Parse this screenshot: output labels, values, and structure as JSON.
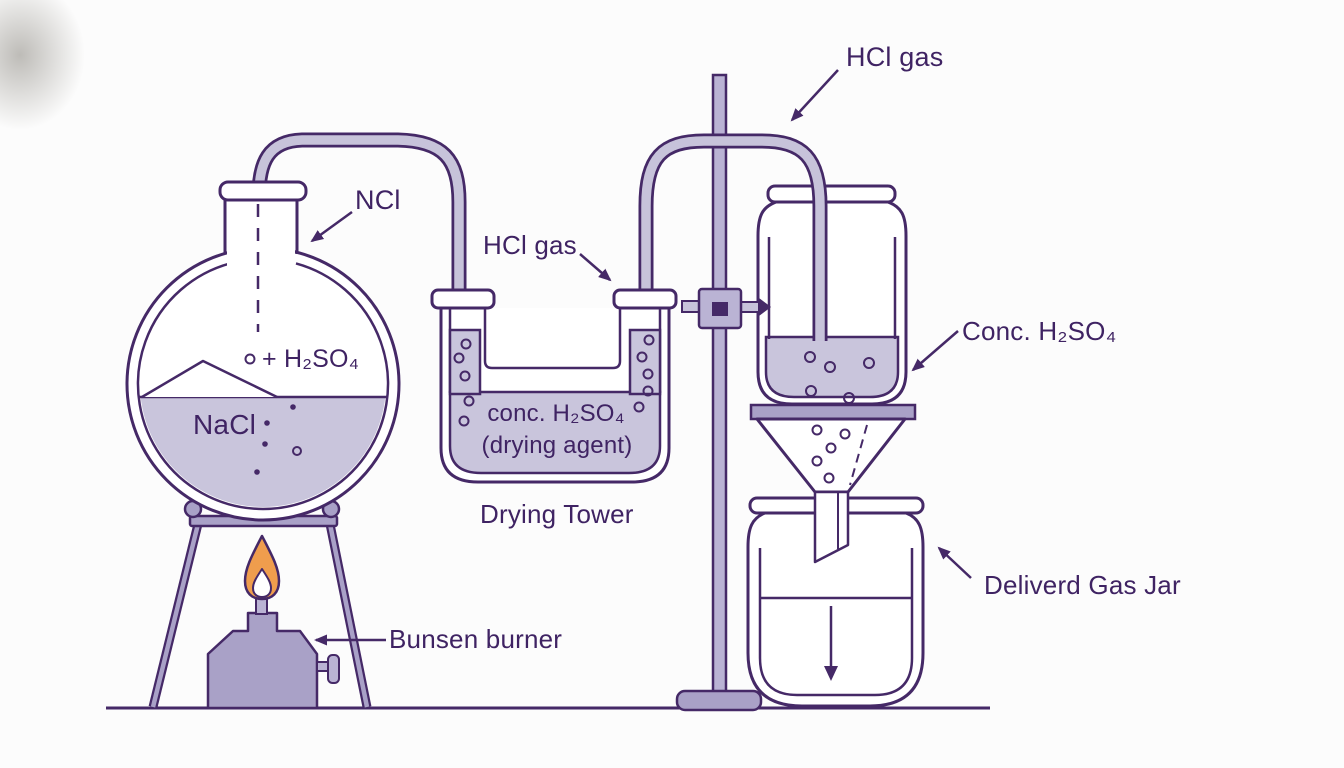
{
  "diagram": {
    "labels": {
      "flask_content": "NCl",
      "gas_top": "HCl gas",
      "gas_mid": "HCl gas",
      "jar_liquid": "Conc. H₂SO₄",
      "delivery_jar": "Deliverd Gas Jar",
      "drying_tower": "Drying Tower",
      "burner": "Bunsen burner"
    },
    "flask": {
      "acid": "+ H₂SO₄",
      "salt": "NaCl"
    },
    "tower": {
      "liquid": "conc. H₂SO₄",
      "note": "(drying agent)"
    },
    "colors": {
      "ink": "#452967",
      "text": "#3f2363",
      "liquid": "#c9c5dc",
      "tube": "#c7c3da",
      "metal": "#a9a1c7",
      "metal_light": "#bab3d4",
      "flame": "#ef9d4d",
      "bg": "#fcfcfc"
    }
  }
}
